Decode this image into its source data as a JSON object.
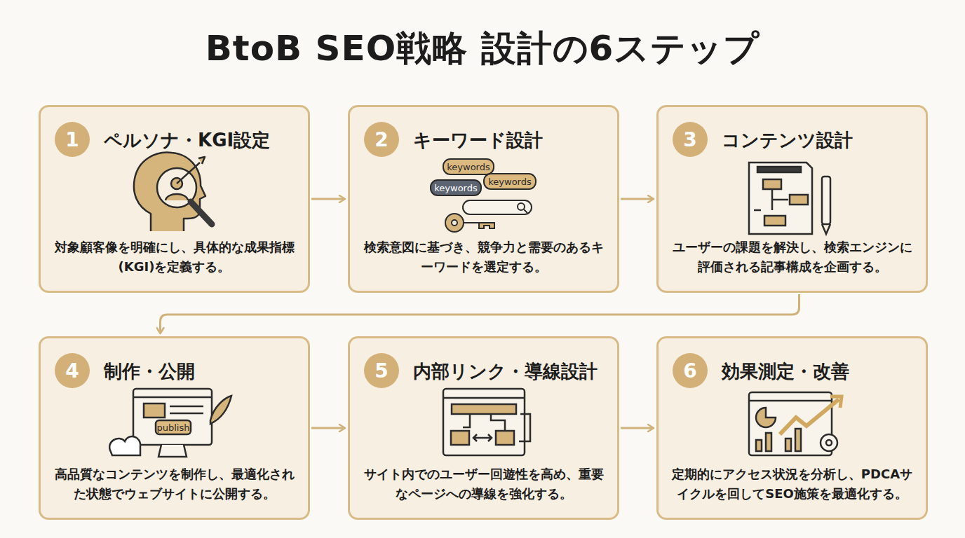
{
  "diagram": {
    "title": "BtoB SEO戦略 設計の6ステップ",
    "nodes": [
      {
        "text": [
          "ペルソナ・KGI設定",
          "対象顧客像を明確にし、具体的な成果指標(KGI)を定義する。"
        ]
      },
      {
        "text": [
          "1"
        ],
        "in": 0
      },
      {
        "text": [
          "キーワード設計",
          "検索意図に基づき、競争力と需要のあるキーワードを選定する。"
        ]
      },
      {
        "text": [
          "2"
        ],
        "in": 2
      },
      {
        "text": [
          "コンテンツ設計",
          "ユーザーの課題を解決し、検索エンジンに評価される記事構成を企画する。"
        ]
      },
      {
        "text": [
          "3"
        ],
        "in": 4
      },
      {
        "text": [
          "制作・公開",
          "高品質なコンテンツを制作し、最適化された状態でウェブサイトに公開する。"
        ]
      },
      {
        "text": [
          "4"
        ],
        "in": 6
      },
      {
        "text": [
          "内部リンク・導線設計",
          "サイト内でのユーザー回遊性を高め、重要なページへの導線を強化する。"
        ]
      },
      {
        "text": [
          "5"
        ],
        "in": 8
      },
      {
        "text": [
          "効果測定・改善",
          "定期的にアクセス状況を分析し、PDCAサイクルを回してSEO施策を最適化する。"
        ]
      },
      {
        "text": [
          "6"
        ],
        "in": 10
      }
    ],
    "edges": [
      {
        "from": 0,
        "to": 2,
        "arrow": "to"
      },
      {
        "from": 2,
        "to": 4,
        "arrow": "to"
      },
      {
        "from": 4,
        "to": 6,
        "arrow": "to"
      },
      {
        "from": 6,
        "to": 8,
        "arrow": "to"
      },
      {
        "from": 8,
        "to": 10,
        "arrow": "to"
      }
    ],
    "labels": [
      "keywords",
      "keywords",
      "keywords",
      "publish"
    ]
  }
}
